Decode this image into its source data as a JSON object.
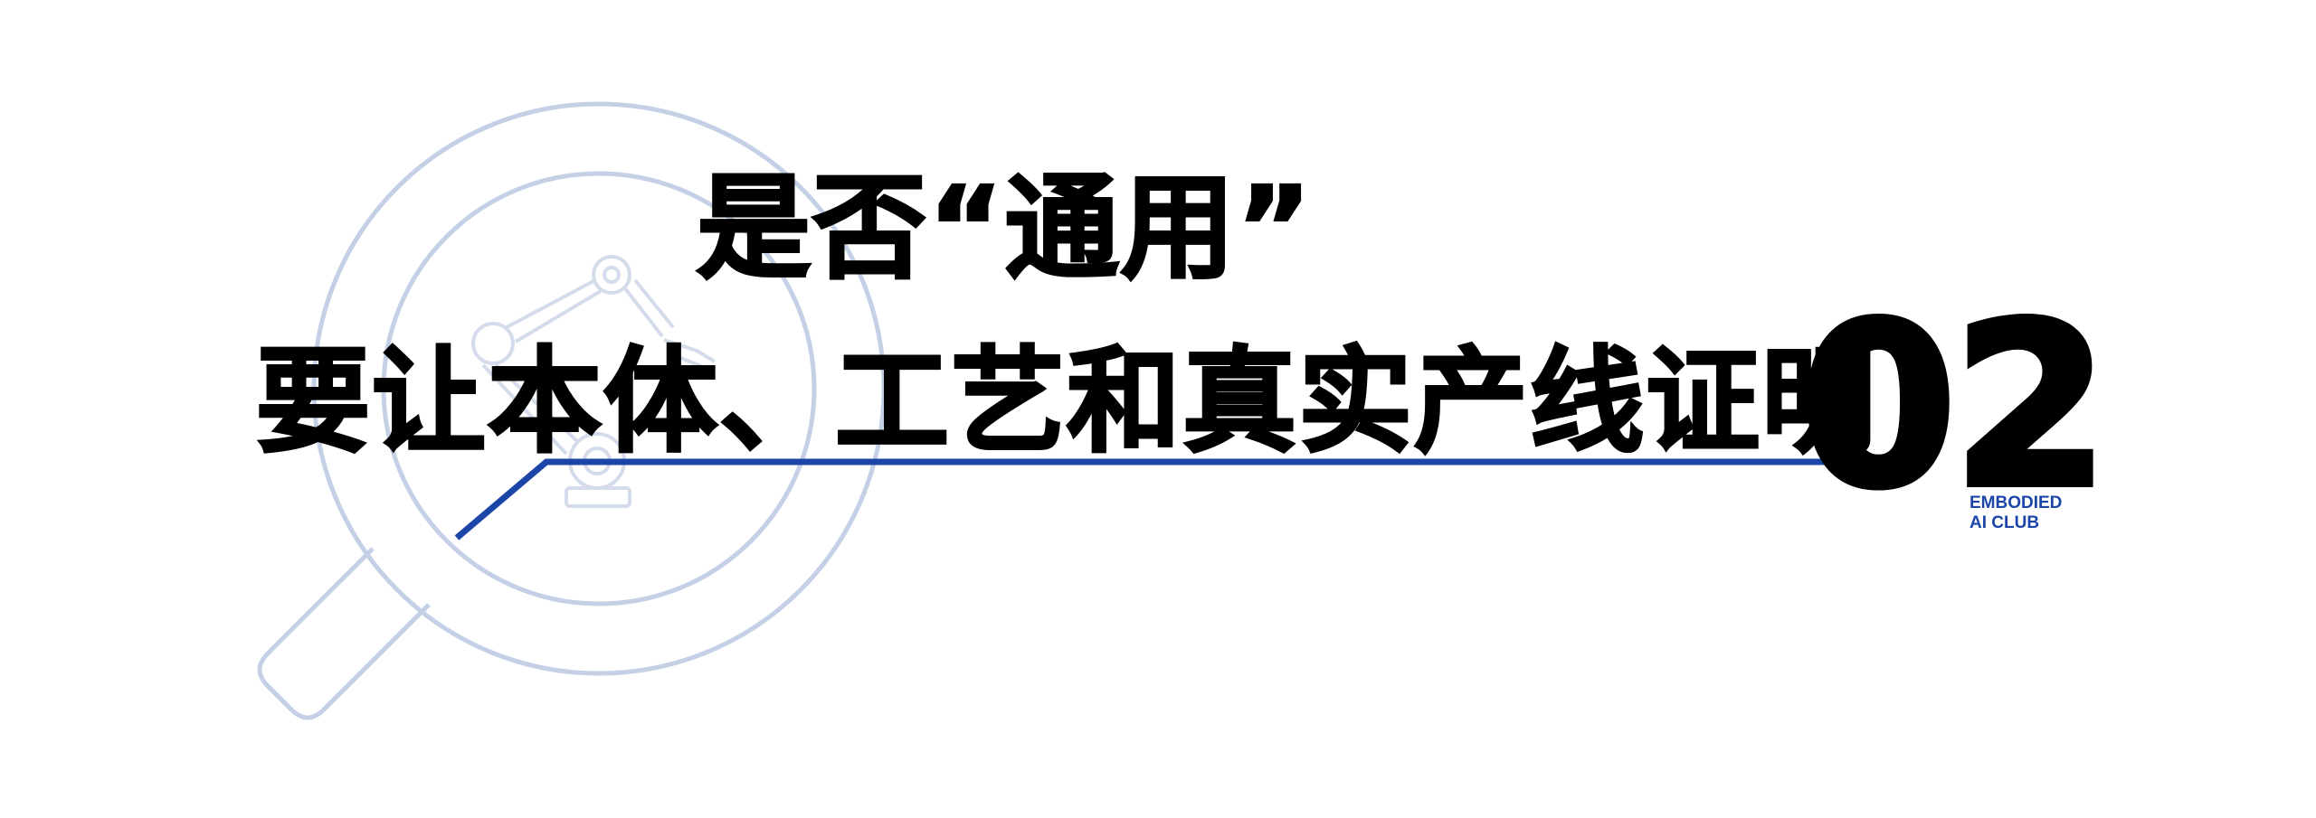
{
  "title": {
    "line1": "是否“通用”",
    "line2": "要让本体、工艺和真实产线证明"
  },
  "section_number": "02",
  "brand": {
    "line1": "EMBODIED",
    "line2": "AI CLUB"
  },
  "colors": {
    "accent": "#1c45a8",
    "watermark": "#c4d0e6",
    "text": "#000000",
    "background": "#ffffff"
  },
  "icons": [
    "magnifier-icon",
    "robot-arm-icon"
  ]
}
